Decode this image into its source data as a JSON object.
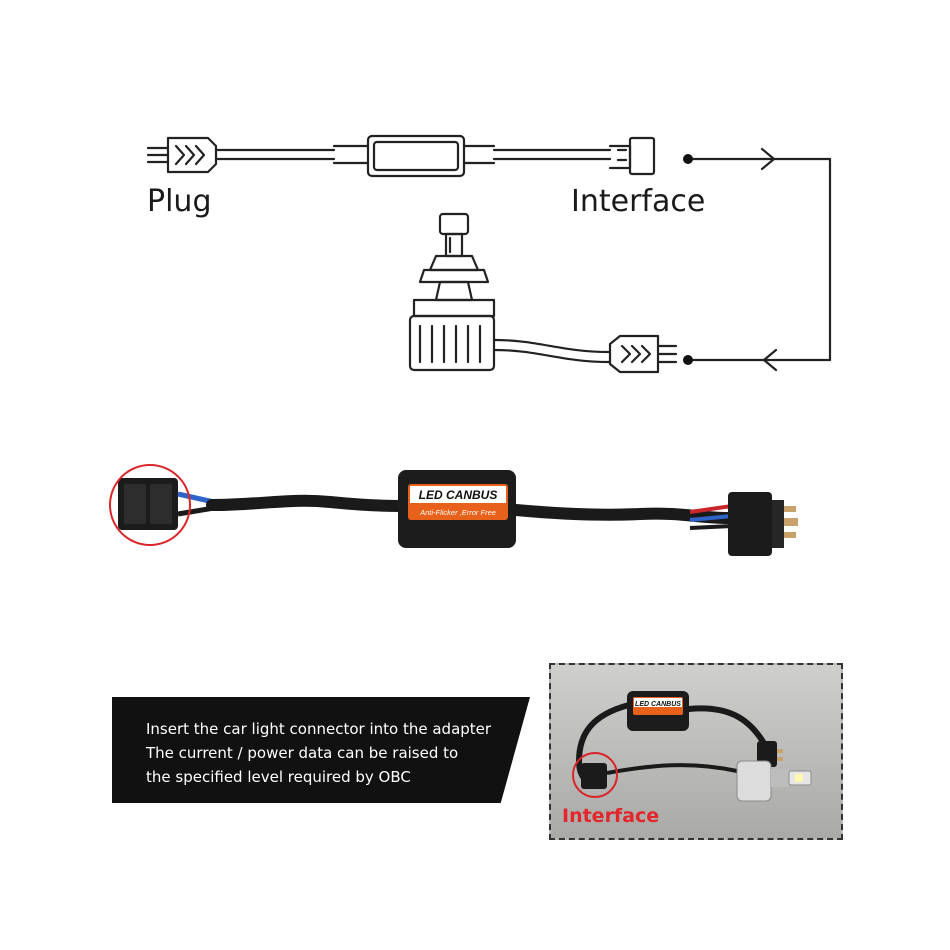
{
  "diagram": {
    "labels": {
      "plug": "Plug",
      "interface": "Interface"
    },
    "adapter_box": {
      "brand": "LED CANBUS",
      "tagline": "Anti-Flicker ,Error Free"
    },
    "info_lines": [
      "Insert the car light connector into the adapter",
      "The current / power data can be raised to",
      "the specified level required by OBC"
    ],
    "photo": {
      "brand": "LED CANBUS",
      "interface_label": "Interface"
    },
    "colors": {
      "accent_orange": "#e8611a",
      "highlight_red": "#d9262b",
      "banner_black": "#111111",
      "wire_blue": "#2f63c9",
      "wire_red": "#c8262b"
    }
  }
}
